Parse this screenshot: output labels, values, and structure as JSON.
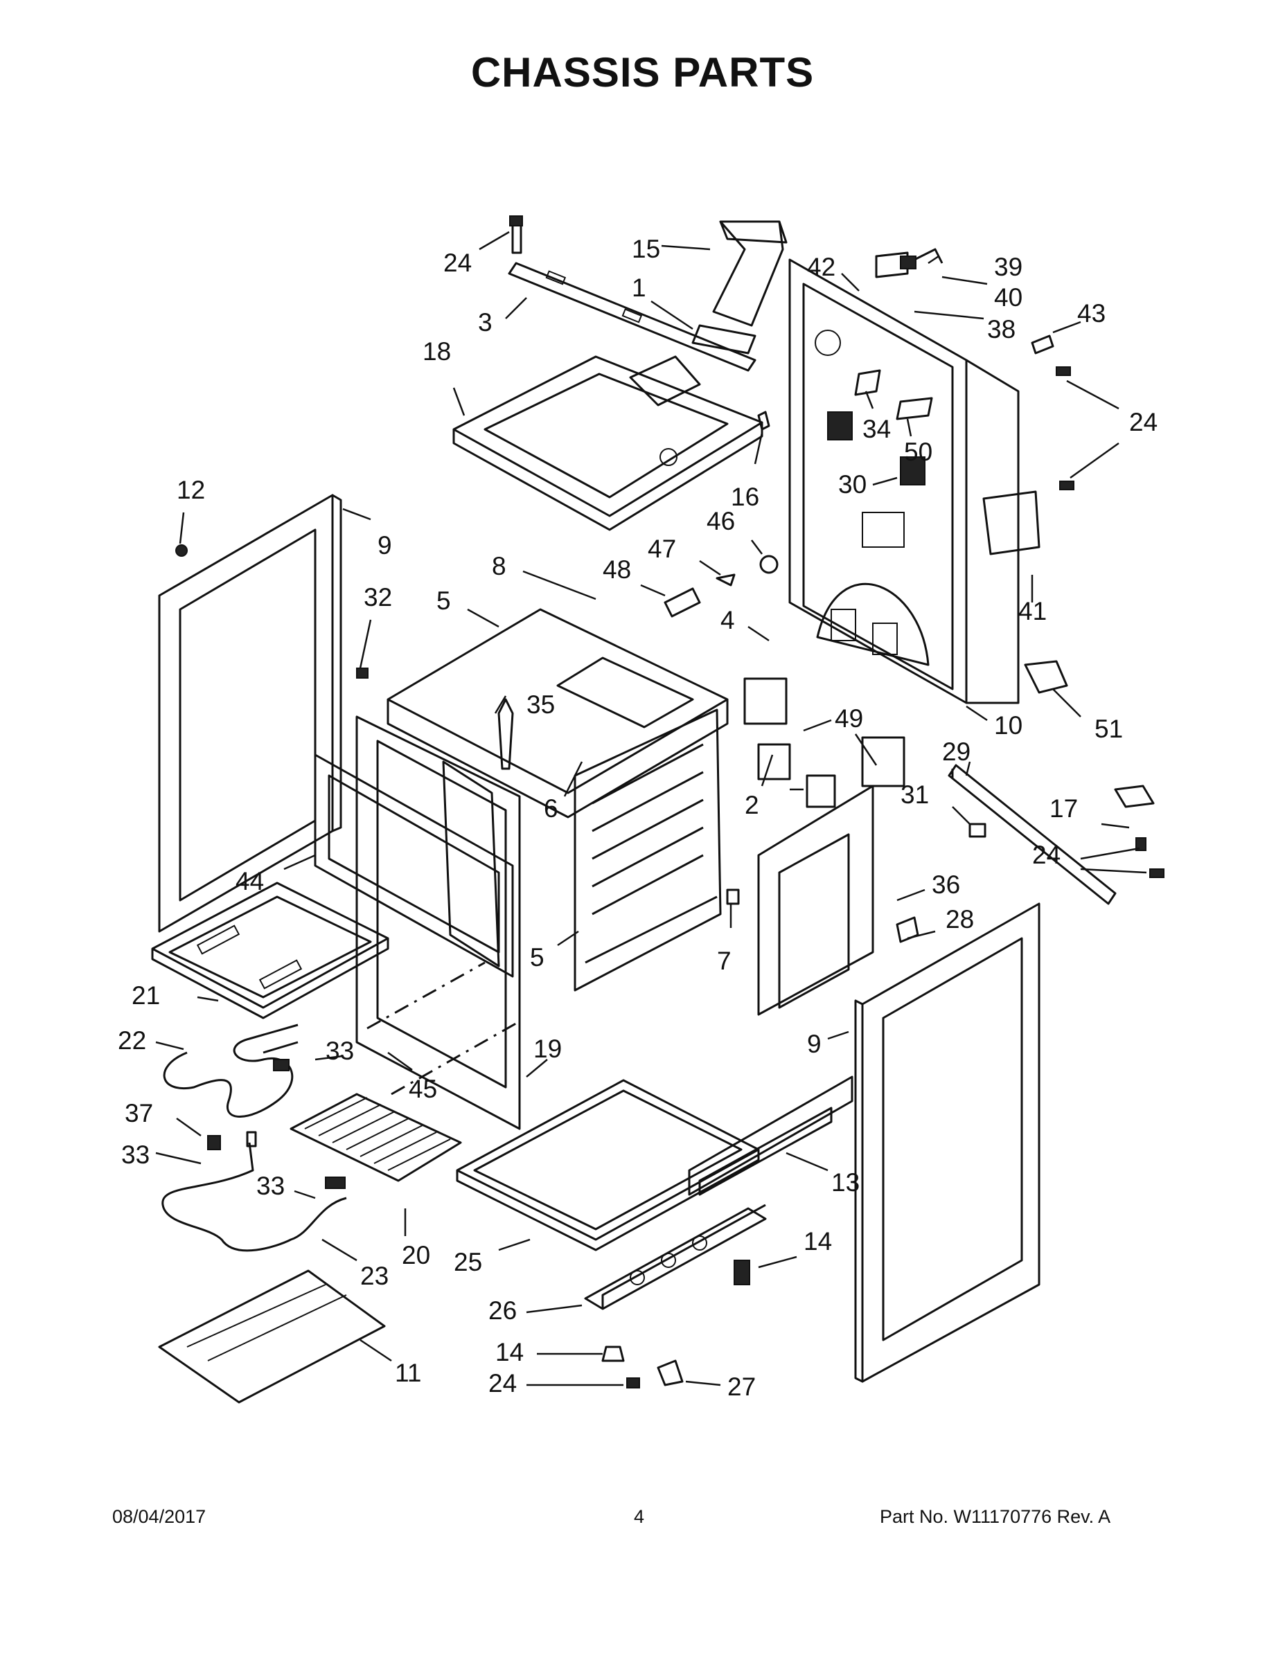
{
  "title": "CHASSIS PARTS",
  "footer": {
    "date": "08/04/2017",
    "page": "4",
    "part_number": "Part No.  W11170776  Rev.  A"
  },
  "callouts": {
    "c1": "1",
    "c2": "2",
    "c3": "3",
    "c4": "4",
    "c5a": "5",
    "c5b": "5",
    "c6": "6",
    "c7": "7",
    "c8": "8",
    "c9a": "9",
    "c9b": "9",
    "c10": "10",
    "c11": "11",
    "c12": "12",
    "c13": "13",
    "c14a": "14",
    "c14b": "14",
    "c15": "15",
    "c16": "16",
    "c17": "17",
    "c18": "18",
    "c19": "19",
    "c20": "20",
    "c21": "21",
    "c22": "22",
    "c23": "23",
    "c24a": "24",
    "c24b": "24",
    "c24c": "24",
    "c24d": "24",
    "c25": "25",
    "c26": "26",
    "c27": "27",
    "c28": "28",
    "c29": "29",
    "c30": "30",
    "c31": "31",
    "c32": "32",
    "c33a": "33",
    "c33b": "33",
    "c33c": "33",
    "c34": "34",
    "c35": "35",
    "c36": "36",
    "c37": "37",
    "c38": "38",
    "c39": "39",
    "c40": "40",
    "c41": "41",
    "c42": "42",
    "c43": "43",
    "c44": "44",
    "c45": "45",
    "c46": "46",
    "c47": "47",
    "c48": "48",
    "c49": "49",
    "c50": "50",
    "c51": "51"
  }
}
